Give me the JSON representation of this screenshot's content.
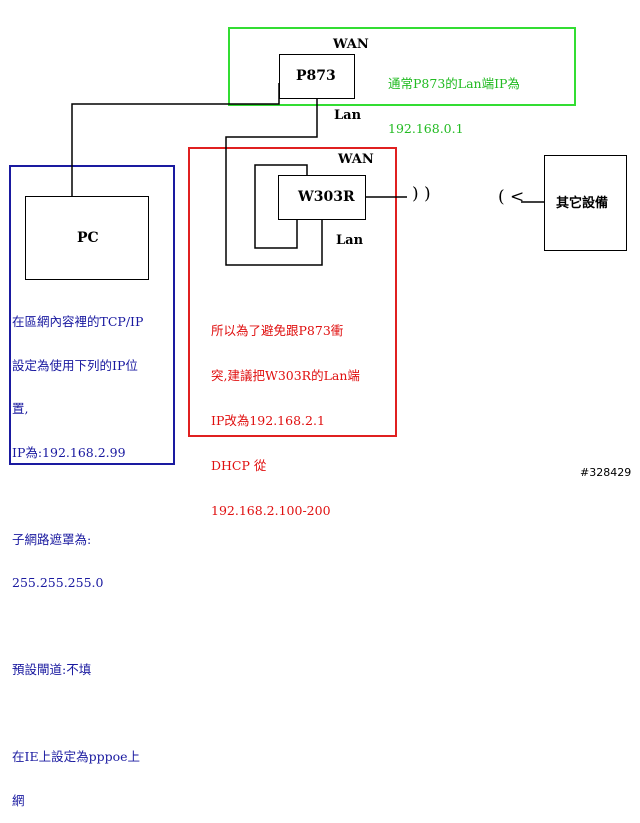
{
  "colors": {
    "wan_zone": "#33dd33",
    "lan_zone": "#e02020",
    "pc_zone": "#1a1aa0",
    "green_text": "#22bb22",
    "red_text": "#e01010",
    "blue_text": "#1a1aa0",
    "wire": "#000000"
  },
  "top_router": {
    "name": "P873",
    "wan_label": "WAN",
    "lan_label": "Lan",
    "note_lines": [
      "通常P873的Lan端IP為",
      "192.168.0.1"
    ]
  },
  "second_router": {
    "name": "W303R",
    "wan_label": "WAN",
    "lan_label": "Lan",
    "signal_out": ")  )",
    "note_lines": [
      "所以為了避免跟P873衝",
      "突,建議把W303R的Lan端",
      "IP改為192.168.2.1",
      "DHCP 從",
      "192.168.2.100-200"
    ]
  },
  "pc": {
    "name": "PC",
    "note_lines": [
      "在區網內容裡的TCP/IP",
      "設定為使用下列的IP位",
      "置,",
      "IP為:192.168.2.99",
      "",
      "子網路遮罩為:",
      "255.255.255.0",
      "",
      "預設閘道:不填",
      "",
      "在IE上設定為pppoe上",
      "網"
    ]
  },
  "other_device": {
    "name": "其它設備",
    "signal_in": "(  <"
  },
  "watermark": "#328429"
}
